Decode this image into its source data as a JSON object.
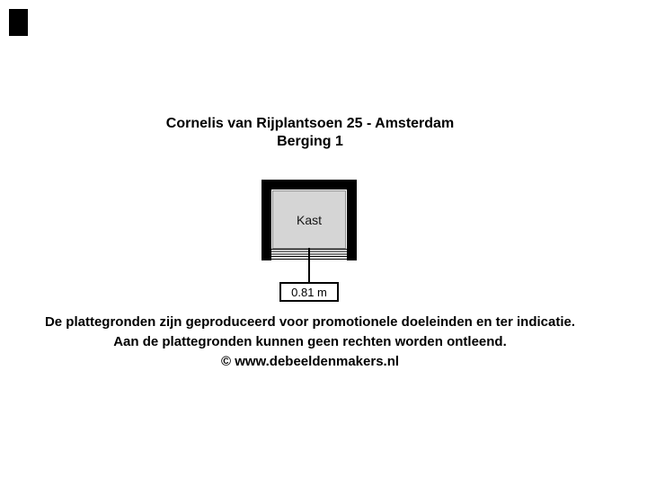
{
  "header": {
    "title": "Cornelis van Rijplantsoen 25 - Amsterdam",
    "subtitle": "Berging 1"
  },
  "floorplan": {
    "room_label": "Kast",
    "dimension_label": "0.81 m"
  },
  "footer": {
    "line1": "De plattegronden zijn geproduceerd voor promotionele doeleinden en ter indicatie.",
    "line2": "Aan de plattegronden kunnen geen rechten worden ontleend.",
    "line3": "© www.debeeldenmakers.nl"
  },
  "colors": {
    "background": "#ffffff",
    "wall": "#000000",
    "room_fill": "#d5d5d5",
    "text": "#000000"
  }
}
